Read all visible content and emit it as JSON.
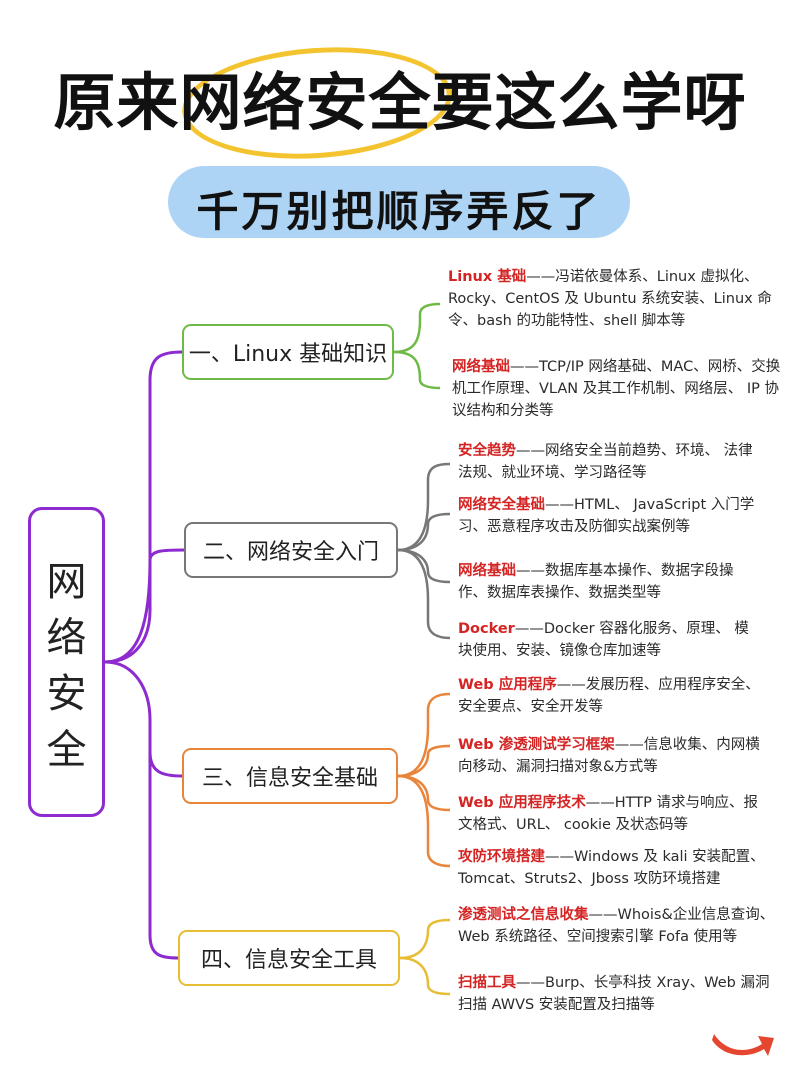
{
  "header": {
    "title": "原来网络安全要这么学呀",
    "subtitle": "千万别把顺序弄反了"
  },
  "root": {
    "label_chars": [
      "网",
      "络",
      "安",
      "全"
    ]
  },
  "colors": {
    "branch_1": "#6dbb45",
    "branch_2": "#777777",
    "branch_3": "#e8853a",
    "branch_4": "#e6bd35",
    "root": "#8e2bd0",
    "keyword": "#d42424",
    "subtitle_bg": "#aed4f5",
    "title_circle": "#f4c430"
  },
  "branches": [
    {
      "label": "一、Linux 基础知识",
      "leaves": [
        {
          "keyword": "Linux 基础",
          "text": "——冯诺依曼体系、Linux 虚拟化、Rocky、CentOS 及 Ubuntu 系统安装、Linux 命令、bash 的功能特性、shell 脚本等"
        },
        {
          "keyword": "网络基础",
          "text": "——TCP/IP 网络基础、MAC、网桥、交换机工作原理、VLAN 及其工作机制、网络层、 IP 协议结构和分类等"
        }
      ]
    },
    {
      "label": "二、网络安全入门",
      "leaves": [
        {
          "keyword": "安全趋势",
          "text": "——网络安全当前趋势、环境、 法律法规、就业环境、学习路径等"
        },
        {
          "keyword": "网络安全基础",
          "text": "——HTML、 JavaScript 入门学习、恶意程序攻击及防御实战案例等"
        },
        {
          "keyword": "网络基础",
          "text": "——数据库基本操作、数据字段操作、数据库表操作、数据类型等"
        },
        {
          "keyword": "Docker",
          "text": "——Docker 容器化服务、原理、 模块使用、安装、镜像仓库加速等"
        }
      ]
    },
    {
      "label": "三、信息安全基础",
      "leaves": [
        {
          "keyword": "Web 应用程序",
          "text": "——发展历程、应用程序安全、安全要点、安全开发等"
        },
        {
          "keyword": "Web 渗透测试学习框架",
          "text": "——信息收集、内网横向移动、漏洞扫描对象&方式等"
        },
        {
          "keyword": "Web 应用程序技术",
          "text": "——HTTP 请求与响应、报文格式、URL、 cookie 及状态码等"
        },
        {
          "keyword": "攻防环境搭建",
          "text": "——Windows 及 kali 安装配置、Tomcat、Struts2、Jboss 攻防环境搭建"
        }
      ]
    },
    {
      "label": "四、信息安全工具",
      "leaves": [
        {
          "keyword": "渗透测试之信息收集",
          "text": "——Whois&企业信息查询、Web 系统路径、空间搜索引擎 Fofa 使用等"
        },
        {
          "keyword": "扫描工具",
          "text": "——Burp、长亭科技 Xray、Web 漏洞扫描 AWVS 安装配置及扫描等"
        }
      ]
    }
  ]
}
